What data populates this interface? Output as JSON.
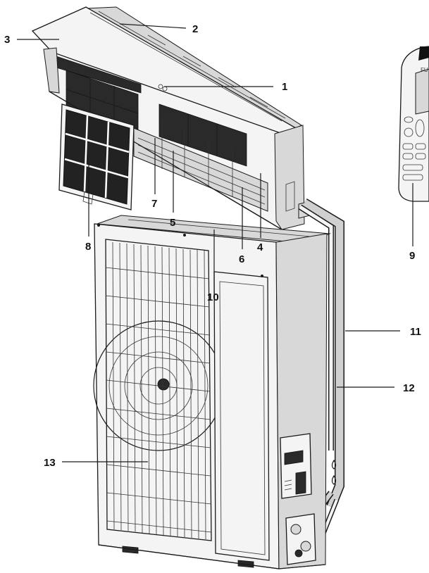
{
  "callouts": {
    "c1": "1",
    "c2": "2",
    "c3": "3",
    "c4": "4",
    "c5": "5",
    "c6": "6",
    "c7": "7",
    "c8": "8",
    "c9": "9",
    "c10": "10",
    "c11": "11",
    "c12": "12",
    "c13": "13"
  },
  "remote": {
    "brand_fragment": "FU"
  },
  "colors": {
    "line": "#1a1a1a",
    "panel": "#f4f4f4",
    "filter": "#2a2a2a",
    "pipe": "#d0d0d0"
  }
}
